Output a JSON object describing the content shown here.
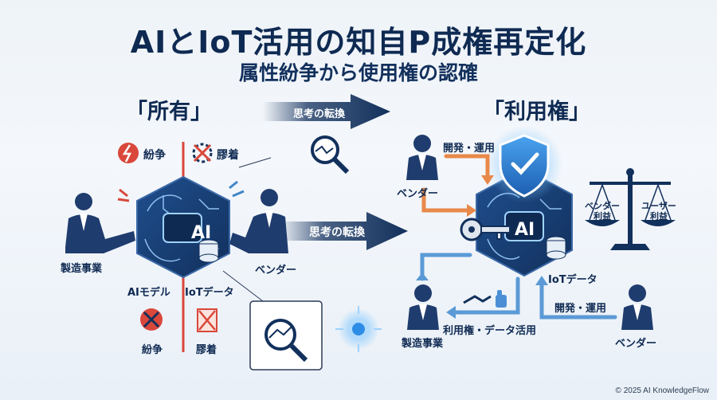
{
  "header": {
    "title": "AIとIoT活用の知自P成権再定化",
    "subtitle": "属性紛争から使用権の認確"
  },
  "left": {
    "heading": "「所有」",
    "dispute_top": "紛争",
    "deadlock_top": "膠着",
    "manufacturer": "製造事業",
    "vendor": "ベンダー",
    "ai_model": "AIモデル",
    "iot_data": "IoTデータ",
    "dispute_bottom": "紛争",
    "deadlock_bottom": "膠着"
  },
  "middle": {
    "arrow_top": "思考の転換",
    "arrow_mid": "思考の転換"
  },
  "right": {
    "heading": "「利用権」",
    "vendor_top": "ベンダー",
    "dev_ops_top": "開発・運用",
    "iot_data": "IoTデータ",
    "manufacturer": "製造事業",
    "usage_data": "利用権・データ活用",
    "dev_ops_bottom": "開発・運用",
    "vendor_bottom": "ベンダー",
    "scale_left": "ベンダー利益",
    "scale_right": "ユーザー利益"
  },
  "ai_badge": "AI",
  "footer": "© 2025 AI KnowledgeFlow",
  "colors": {
    "navy": "#12305c",
    "accent_orange": "#e8894a",
    "accent_blue": "#3f86c6",
    "divider_red": "#d9483b",
    "shield_blue": "#2d7fd4"
  }
}
